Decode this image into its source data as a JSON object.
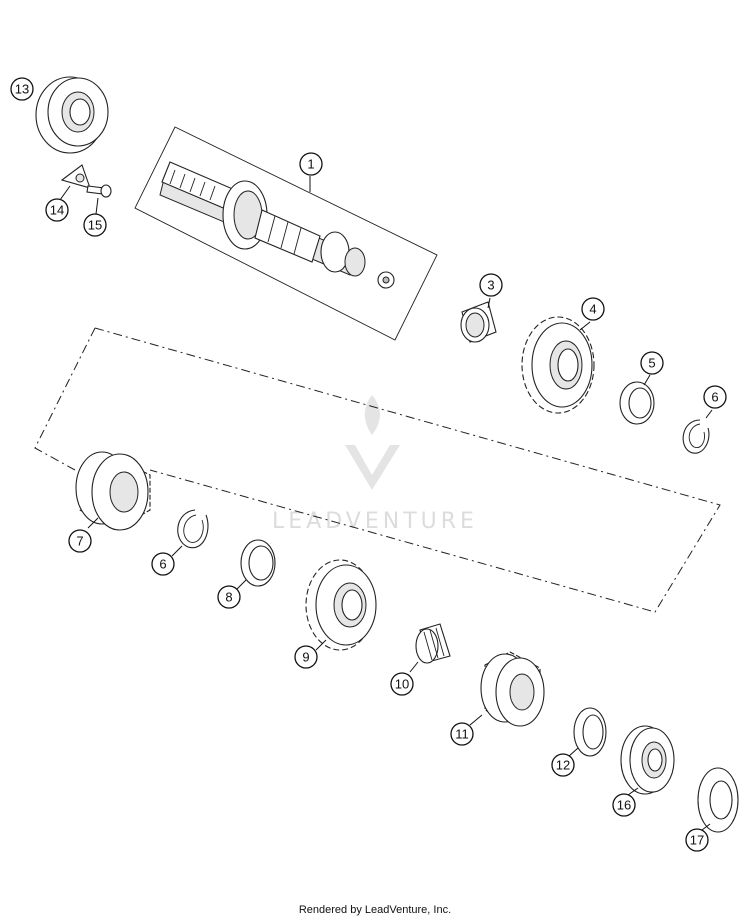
{
  "watermark": {
    "brand": "LEADVENTURE",
    "color": "#d9d9d9"
  },
  "footer": {
    "text": "Rendered by LeadVenture, Inc."
  },
  "callouts": [
    {
      "id": "c1",
      "label": "1"
    },
    {
      "id": "c3",
      "label": "3"
    },
    {
      "id": "c4",
      "label": "4"
    },
    {
      "id": "c5",
      "label": "5"
    },
    {
      "id": "c6a",
      "label": "6"
    },
    {
      "id": "c6b",
      "label": "6"
    },
    {
      "id": "c7",
      "label": "7"
    },
    {
      "id": "c8",
      "label": "8"
    },
    {
      "id": "c9",
      "label": "9"
    },
    {
      "id": "c10",
      "label": "10"
    },
    {
      "id": "c11",
      "label": "11"
    },
    {
      "id": "c12",
      "label": "12"
    },
    {
      "id": "c13",
      "label": "13"
    },
    {
      "id": "c14",
      "label": "14"
    },
    {
      "id": "c15",
      "label": "15"
    },
    {
      "id": "c16",
      "label": "16"
    },
    {
      "id": "c17",
      "label": "17"
    }
  ]
}
